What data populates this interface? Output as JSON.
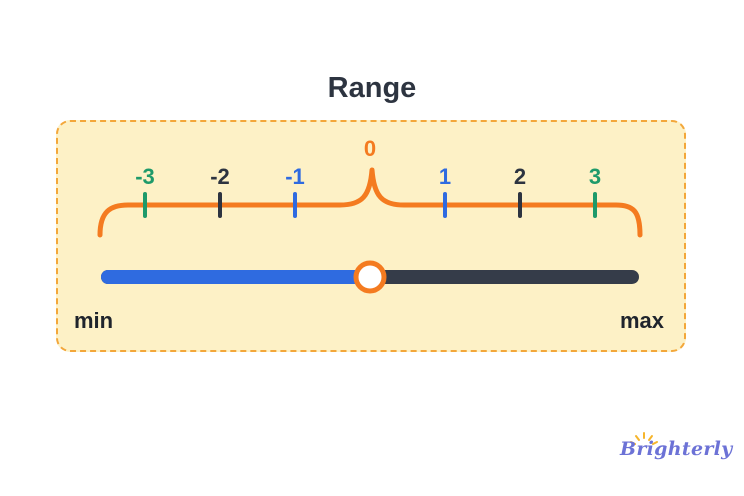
{
  "title": "Range",
  "number_line": {
    "ticks": [
      {
        "value": -3,
        "label": "-3",
        "color": "#1e9a6a"
      },
      {
        "value": -2,
        "label": "-2",
        "color": "#2d3440"
      },
      {
        "value": -1,
        "label": "-1",
        "color": "#2f6be0"
      },
      {
        "value": 0,
        "label": "0",
        "color": "#f47b20"
      },
      {
        "value": 1,
        "label": "1",
        "color": "#2f6be0"
      },
      {
        "value": 2,
        "label": "2",
        "color": "#2d3440"
      },
      {
        "value": 3,
        "label": "3",
        "color": "#1e9a6a"
      }
    ],
    "brace_color": "#f47b20"
  },
  "slider": {
    "min_label": "min",
    "max_label": "max",
    "fill_color": "#2f6be0",
    "track_color": "#353c49",
    "handle_color": "#f47b20",
    "level": 0.5
  },
  "colors": {
    "panel_bg": "#fdf1c6",
    "panel_border": "#f3a73a"
  },
  "brand": {
    "logo_text": "Brighterly"
  }
}
